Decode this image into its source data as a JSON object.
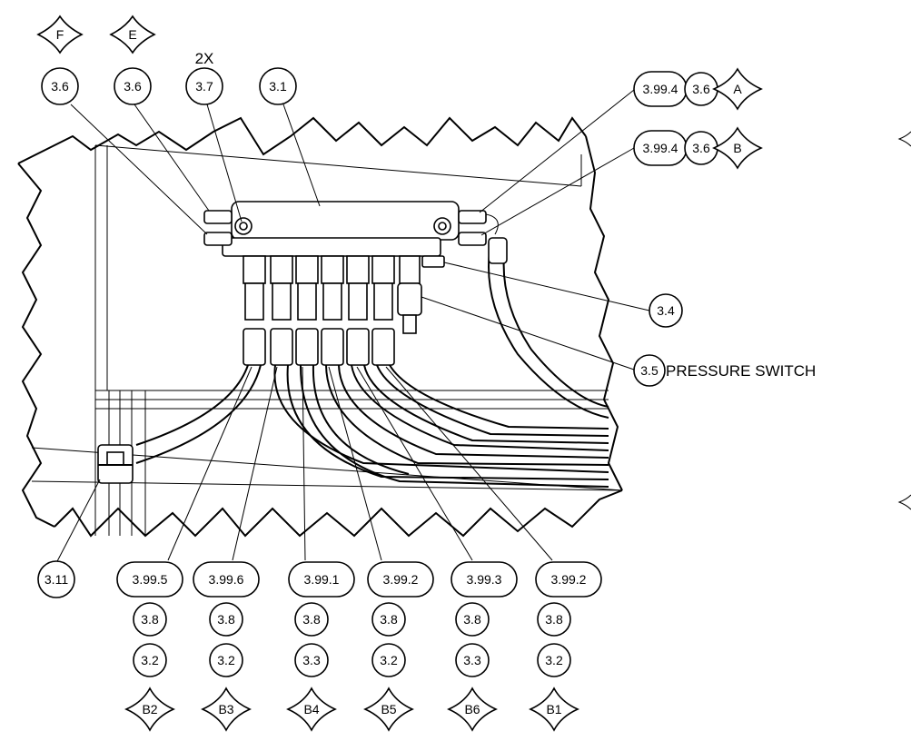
{
  "diagram": {
    "multiplier_text": "2X",
    "callout_note": "PRESSURE SWITCH",
    "top_markers": [
      "F",
      "E"
    ],
    "top_balloons": [
      "3.6",
      "3.6",
      "3.7",
      "3.1"
    ],
    "right_callouts": [
      {
        "ref": "3.99.4",
        "item": "3.6",
        "marker": "A"
      },
      {
        "ref": "3.99.4",
        "item": "3.6",
        "marker": "B"
      }
    ],
    "side_balloons": [
      "3.4",
      "3.5"
    ],
    "left_balloon": "3.11",
    "columns": [
      {
        "ref": "3.99.5",
        "item": "3.8",
        "sub": "3.2",
        "marker": "B2"
      },
      {
        "ref": "3.99.6",
        "item": "3.8",
        "sub": "3.2",
        "marker": "B3"
      },
      {
        "ref": "3.99.1",
        "item": "3.8",
        "sub": "3.3",
        "marker": "B4"
      },
      {
        "ref": "3.99.2",
        "item": "3.8",
        "sub": "3.2",
        "marker": "B5"
      },
      {
        "ref": "3.99.3",
        "item": "3.8",
        "sub": "3.3",
        "marker": "B6"
      },
      {
        "ref": "3.99.2",
        "item": "3.8",
        "sub": "3.2",
        "marker": "B1"
      }
    ]
  }
}
